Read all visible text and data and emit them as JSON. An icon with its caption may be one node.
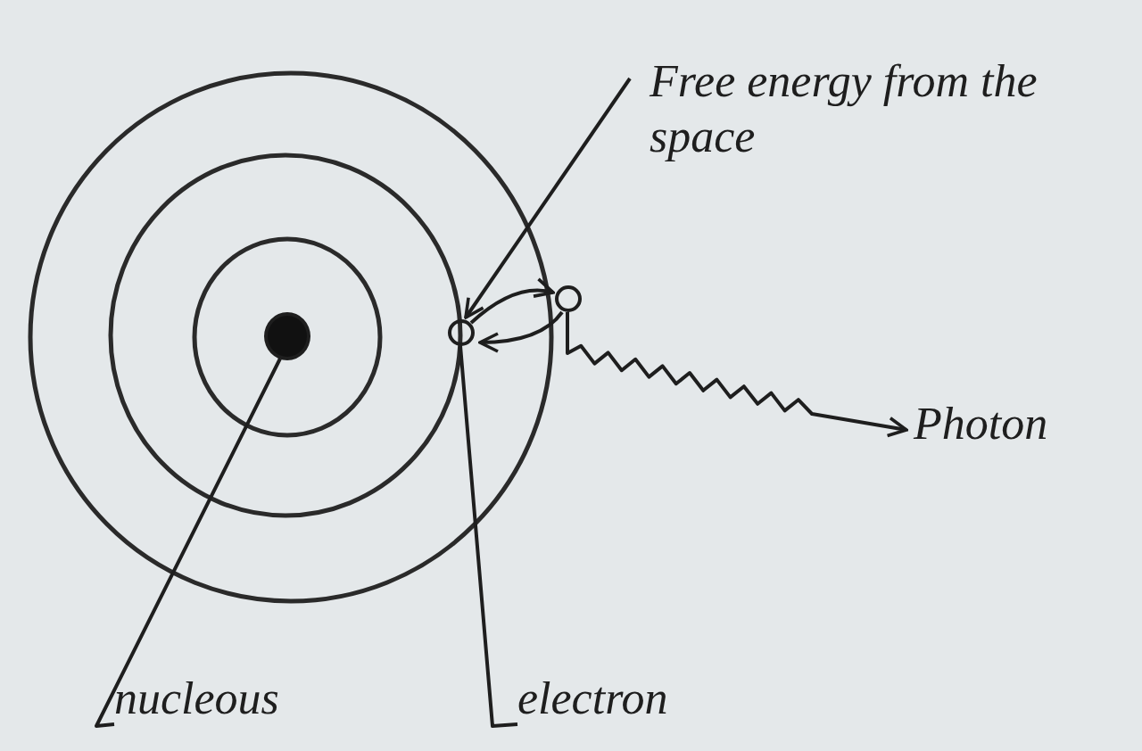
{
  "diagram": {
    "nodes": [
      {
        "text": [
          "Free energy from the space"
        ]
      },
      {
        "text": [],
        "shape": "circle"
      },
      {
        "text": [],
        "shape": "circle"
      },
      {
        "text": [
          "Photon"
        ]
      },
      {
        "text": [],
        "shape": "circle"
      },
      {
        "text": [
          "nucleous"
        ]
      },
      {
        "text": [
          "electron"
        ]
      }
    ],
    "edges": [
      {
        "from": 0,
        "to": 1,
        "arrow": "to"
      },
      {
        "from": 1,
        "to": 2,
        "arrow": "to"
      },
      {
        "from": 2,
        "to": 1,
        "arrow": "to"
      },
      {
        "from": 2,
        "to": 3,
        "arrow": "to"
      },
      {
        "from": 5,
        "to": 4,
        "arrow": "none"
      },
      {
        "from": 6,
        "to": 1,
        "arrow": "none"
      }
    ]
  }
}
